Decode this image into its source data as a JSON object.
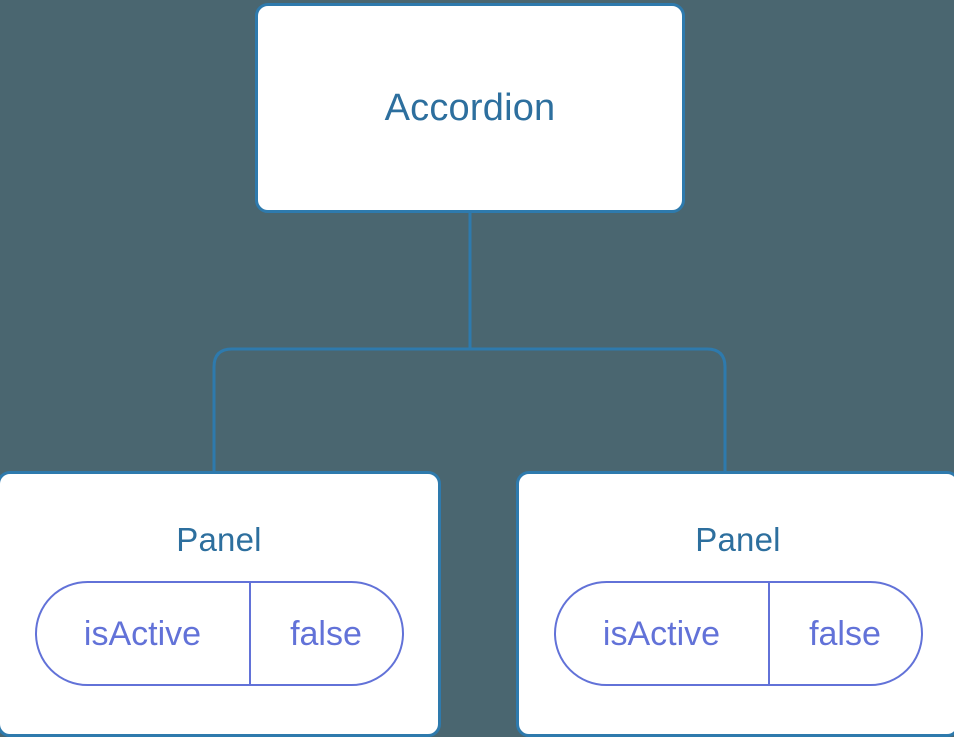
{
  "diagram": {
    "type": "component-tree",
    "background_color": "#4a6670",
    "edge_color": "#2e7aad",
    "card_border_color": "#2e7aad",
    "card_fill_color": "#ffffff",
    "title_color": "#2d6f9e",
    "prop_color": "#6272d8",
    "root": {
      "id": "accordion",
      "label": "Accordion"
    },
    "children": [
      {
        "id": "panel-left",
        "label": "Panel",
        "props": [
          {
            "key": "isActive",
            "value": "false"
          }
        ]
      },
      {
        "id": "panel-right",
        "label": "Panel",
        "props": [
          {
            "key": "isActive",
            "value": "false"
          }
        ]
      }
    ]
  }
}
